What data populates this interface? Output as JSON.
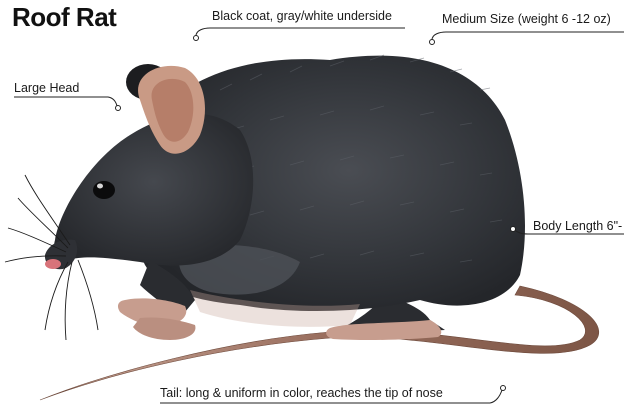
{
  "title": "Roof Rat",
  "labels": {
    "coat": "Black coat, gray/white underside",
    "size": "Medium Size (weight 6 -12 oz)",
    "head": "Large Head",
    "length": "Body Length 6\"-",
    "tail": "Tail: long & uniform in color, reaches the tip of nose"
  },
  "colors": {
    "fur_dark": "#2b2d31",
    "fur_mid": "#3e4147",
    "fur_light": "#5a5e66",
    "ear": "#c99a85",
    "skin": "#c9a093",
    "tail": "#8b6354",
    "nose": "#d8737a",
    "leader": "#222222"
  }
}
